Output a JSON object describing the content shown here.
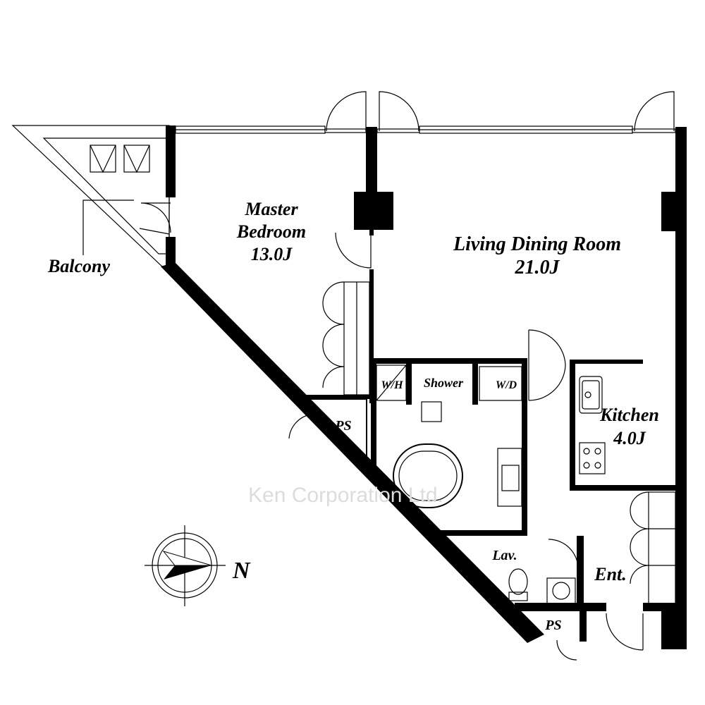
{
  "rooms": {
    "master_bedroom": {
      "name_line1": "Master",
      "name_line2": "Bedroom",
      "size": "13.0J"
    },
    "living_dining": {
      "name": "Living Dining Room",
      "size": "21.0J"
    },
    "kitchen": {
      "name": "Kitchen",
      "size": "4.0J"
    },
    "balcony": {
      "name": "Balcony"
    },
    "shower": {
      "name": "Shower"
    },
    "wh_left": {
      "name": "W/H"
    },
    "wd": {
      "name": "W/D"
    },
    "ps_upper": {
      "name": "PS"
    },
    "ps_lower": {
      "name": "PS"
    },
    "lavatory": {
      "name": "Lav."
    },
    "entrance": {
      "name": "Ent."
    }
  },
  "compass": {
    "direction_letter": "N"
  },
  "watermark": {
    "text": "Ken Corporation Ltd."
  }
}
